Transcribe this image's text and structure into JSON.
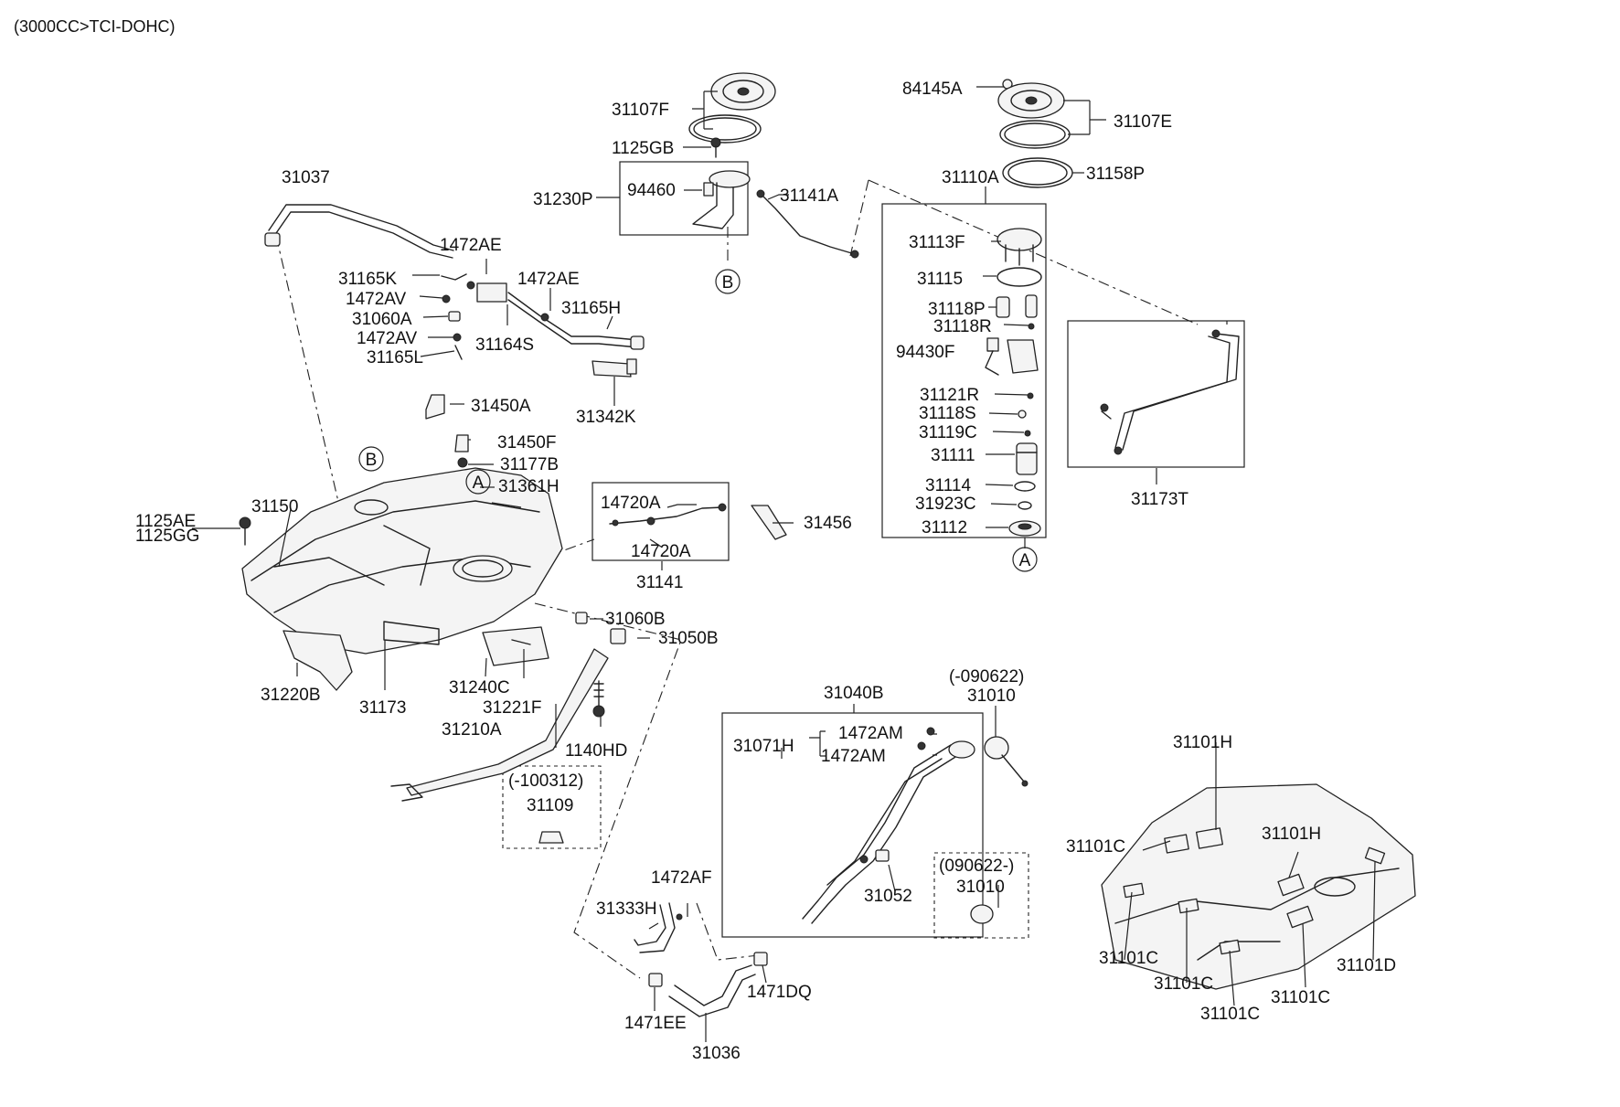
{
  "header": "(3000CC>TCI-DOHC)",
  "parts": {
    "p31107F": "31107F",
    "p84145A": "84145A",
    "p31107E": "31107E",
    "p1125GB": "1125GB",
    "p31158P": "31158P",
    "p31037": "31037",
    "p31230P": "31230P",
    "p94460": "94460",
    "p31141A": "31141A",
    "p31110A": "31110A",
    "p1472AE_1": "1472AE",
    "p31113F": "31113F",
    "p31165K": "31165K",
    "p1472AE_2": "1472AE",
    "p31115": "31115",
    "p1472AV_1": "1472AV",
    "p31165H": "31165H",
    "p31060A": "31060A",
    "p31118P": "31118P",
    "p1472AV_2": "1472AV",
    "p31164S": "31164S",
    "p31118R": "31118R",
    "p31165L": "31165L",
    "p94430F": "94430F",
    "p31450A": "31450A",
    "p31121R": "31121R",
    "p31342K": "31342K",
    "p31118S": "31118S",
    "p31119C": "31119C",
    "p31450F": "31450F",
    "p31177B": "31177B",
    "p31111": "31111",
    "p31361H": "31361H",
    "p31114": "31114",
    "p14720A_1": "14720A",
    "p1125AE": "1125AE",
    "p31150": "31150",
    "p31923C": "31923C",
    "p1125GG": "1125GG",
    "p31456": "31456",
    "p31112": "31112",
    "p14720A_2": "14720A",
    "p31173T": "31173T",
    "p31141": "31141",
    "p31060B": "31060B",
    "p31050B": "31050B",
    "p31040B": "31040B",
    "p31240C": "31240C",
    "p31220B": "31220B",
    "p31221F": "31221F",
    "p31173": "31173",
    "p090622_old": "(-090622)",
    "p31010_1": "31010",
    "p1472AM_1": "1472AM",
    "p31210A": "31210A",
    "p31071H": "31071H",
    "p1472AM_2": "1472AM",
    "p1140HD": "1140HD",
    "p31101H_1": "31101H",
    "p100312": "(-100312)",
    "p31109": "31109",
    "p31101C_1": "31101C",
    "p31101H_2": "31101H",
    "p090622_new": "(090622-)",
    "p1472AF": "1472AF",
    "p31010_2": "31010",
    "p31052": "31052",
    "p31333H": "31333H",
    "p31101C_2": "31101C",
    "p31101D": "31101D",
    "p31101C_3": "31101C",
    "p1471DQ": "1471DQ",
    "p31101C_4": "31101C",
    "p1471EE": "1471EE",
    "p31101C_5": "31101C",
    "p31036": "31036"
  },
  "markers": {
    "b_top": "B",
    "b_tank": "B",
    "a_tank": "A",
    "a_pump": "A"
  },
  "colors": {
    "line": "#222222",
    "background": "#ffffff"
  }
}
